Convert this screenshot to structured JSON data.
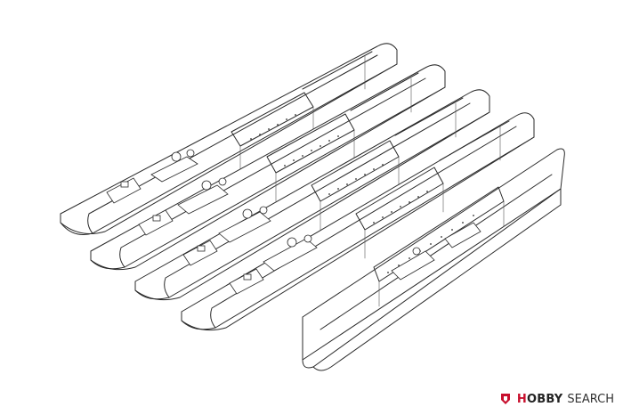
{
  "watermark": {
    "brand_first": "H",
    "brand_rest": "OBBY",
    "word": "SEARCH",
    "brand_color": "#c8102e",
    "logo_icon": "hobby-search-logo"
  },
  "drawing": {
    "subject": "line-art",
    "line_color": "#2a2a2a",
    "background": "#ffffff"
  }
}
